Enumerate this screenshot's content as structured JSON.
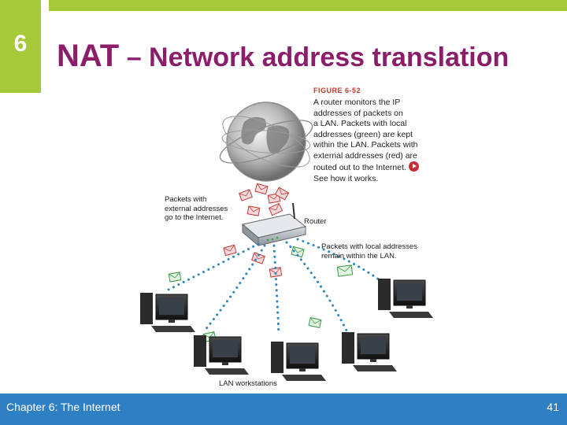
{
  "slide": {
    "chapter_number": "6",
    "title_main": "NAT",
    "title_sub": " – Network address translation"
  },
  "figure": {
    "label": "FIGURE 6-52",
    "caption_lines": [
      "A router monitors the IP",
      "addresses of packets on",
      "a LAN. Packets with local",
      "addresses (green) are kept",
      "within the LAN. Packets with",
      "external addresses (red) are",
      "routed out to the Internet.",
      "See how it works."
    ],
    "external_label_lines": [
      "Packets with",
      "external addresses",
      "go to the Internet."
    ],
    "router_label": "Router",
    "local_label_lines": [
      "Packets with local addresses",
      "remain within the LAN."
    ],
    "workstations_label": "LAN workstations"
  },
  "footer": {
    "chapter_text": "Chapter 6: The Internet",
    "page_number": "41"
  },
  "colors": {
    "accent_green": "#a6c93a",
    "title_purple": "#8b1d6b",
    "footer_blue": "#2f7fc4",
    "lan_dots": "#2e86c1",
    "play_red": "#cc2a3b"
  }
}
